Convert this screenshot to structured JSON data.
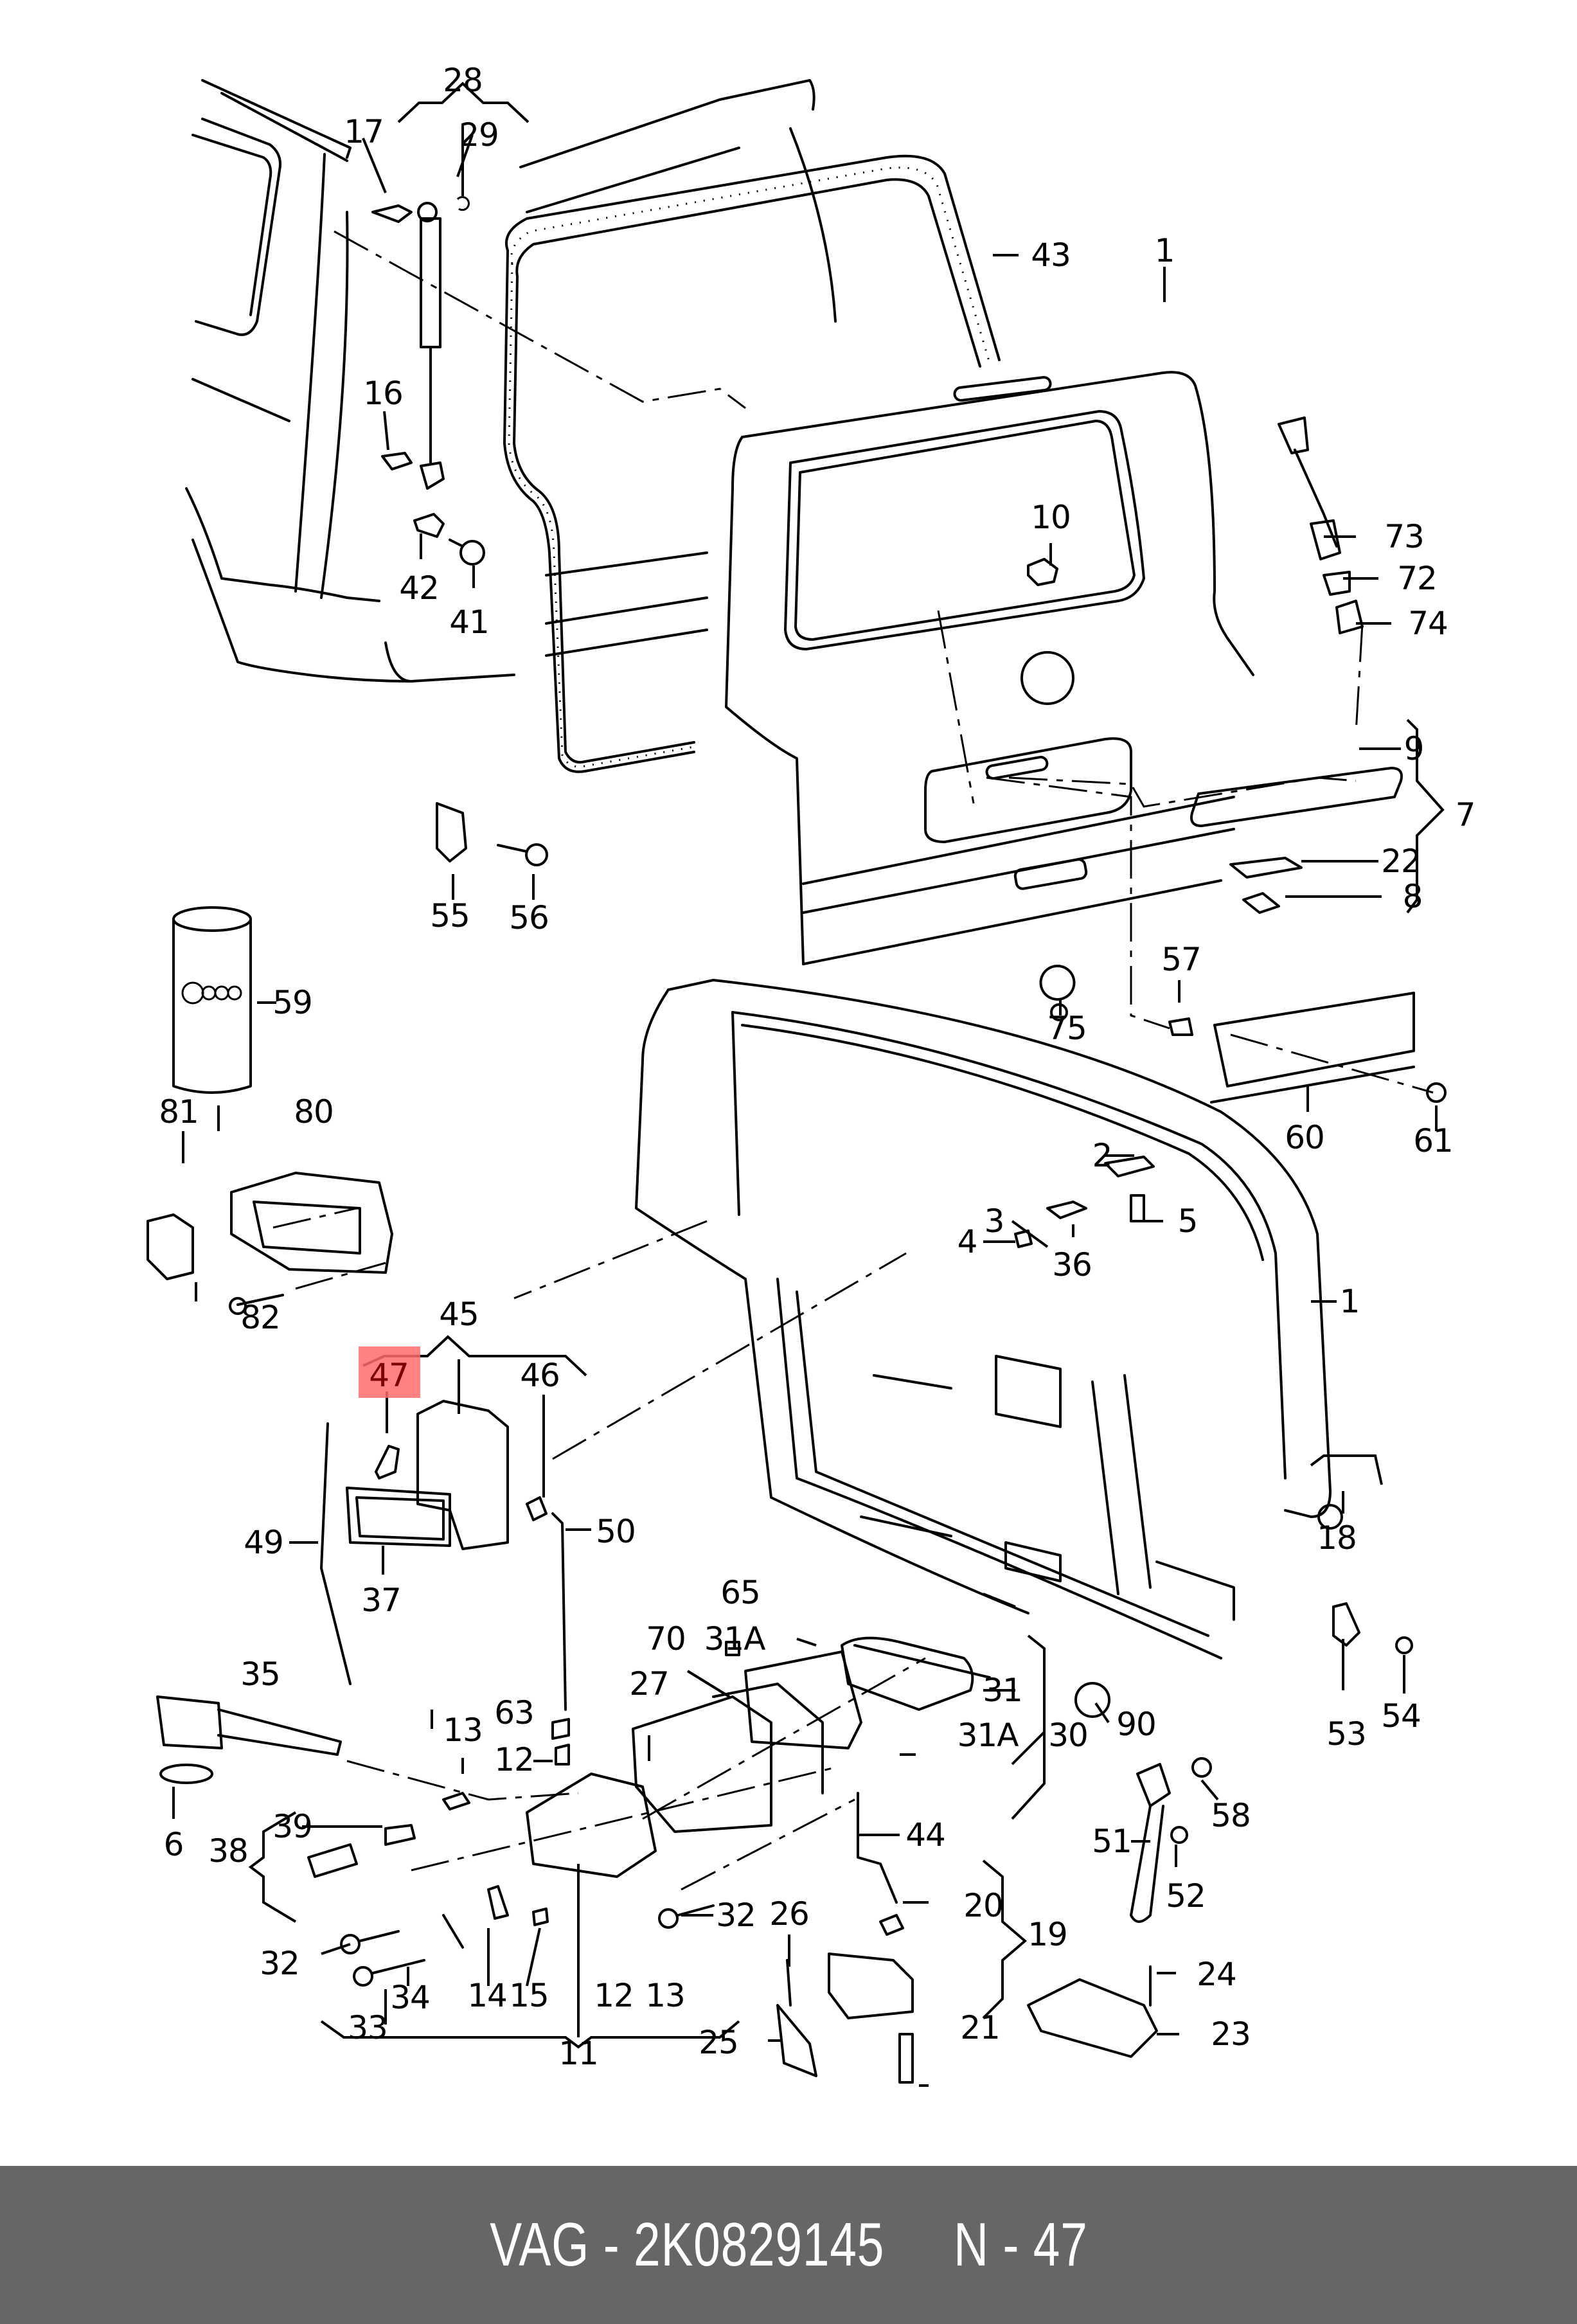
{
  "diagram": {
    "title": "Rear tailgate / lock parts diagram",
    "highlighted_part": "47",
    "highlight_color": "#ff6b6b",
    "callouts": [
      {
        "id": "28",
        "text": "28"
      },
      {
        "id": "17",
        "text": "17"
      },
      {
        "id": "29",
        "text": "29"
      },
      {
        "id": "43",
        "text": "43"
      },
      {
        "id": "1a",
        "text": "1"
      },
      {
        "id": "16",
        "text": "16"
      },
      {
        "id": "42",
        "text": "42"
      },
      {
        "id": "41",
        "text": "41"
      },
      {
        "id": "10",
        "text": "10"
      },
      {
        "id": "73",
        "text": "73"
      },
      {
        "id": "72",
        "text": "72"
      },
      {
        "id": "74",
        "text": "74"
      },
      {
        "id": "9",
        "text": "9"
      },
      {
        "id": "7",
        "text": "7"
      },
      {
        "id": "22",
        "text": "22"
      },
      {
        "id": "8",
        "text": "8"
      },
      {
        "id": "55",
        "text": "55"
      },
      {
        "id": "56",
        "text": "56"
      },
      {
        "id": "59",
        "text": "59"
      },
      {
        "id": "57",
        "text": "57"
      },
      {
        "id": "75",
        "text": "75"
      },
      {
        "id": "60",
        "text": "60"
      },
      {
        "id": "61",
        "text": "61"
      },
      {
        "id": "80",
        "text": "80"
      },
      {
        "id": "81",
        "text": "81"
      },
      {
        "id": "82",
        "text": "82"
      },
      {
        "id": "2",
        "text": "2"
      },
      {
        "id": "3",
        "text": "3"
      },
      {
        "id": "4",
        "text": "4"
      },
      {
        "id": "5",
        "text": "5"
      },
      {
        "id": "36",
        "text": "36"
      },
      {
        "id": "1b",
        "text": "1"
      },
      {
        "id": "45",
        "text": "45"
      },
      {
        "id": "47",
        "text": "47"
      },
      {
        "id": "46",
        "text": "46"
      },
      {
        "id": "49",
        "text": "49"
      },
      {
        "id": "50",
        "text": "50"
      },
      {
        "id": "37",
        "text": "37"
      },
      {
        "id": "18",
        "text": "18"
      },
      {
        "id": "65",
        "text": "65"
      },
      {
        "id": "31Aa",
        "text": "31A"
      },
      {
        "id": "70",
        "text": "70"
      },
      {
        "id": "27",
        "text": "27"
      },
      {
        "id": "35",
        "text": "35"
      },
      {
        "id": "63",
        "text": "63"
      },
      {
        "id": "13a",
        "text": "13"
      },
      {
        "id": "12a",
        "text": "12"
      },
      {
        "id": "31",
        "text": "31"
      },
      {
        "id": "30",
        "text": "30"
      },
      {
        "id": "31Ab",
        "text": "31A"
      },
      {
        "id": "90",
        "text": "90"
      },
      {
        "id": "53",
        "text": "53"
      },
      {
        "id": "54",
        "text": "54"
      },
      {
        "id": "6",
        "text": "6"
      },
      {
        "id": "39",
        "text": "39"
      },
      {
        "id": "38",
        "text": "38"
      },
      {
        "id": "44",
        "text": "44"
      },
      {
        "id": "51",
        "text": "51"
      },
      {
        "id": "58",
        "text": "58"
      },
      {
        "id": "52",
        "text": "52"
      },
      {
        "id": "32a",
        "text": "32"
      },
      {
        "id": "32b",
        "text": "32"
      },
      {
        "id": "20",
        "text": "20"
      },
      {
        "id": "19",
        "text": "19"
      },
      {
        "id": "26",
        "text": "26"
      },
      {
        "id": "24",
        "text": "24"
      },
      {
        "id": "34",
        "text": "34"
      },
      {
        "id": "14",
        "text": "14"
      },
      {
        "id": "15",
        "text": "15"
      },
      {
        "id": "12b",
        "text": "12"
      },
      {
        "id": "13b",
        "text": "13"
      },
      {
        "id": "33",
        "text": "33"
      },
      {
        "id": "21",
        "text": "21"
      },
      {
        "id": "25",
        "text": "25"
      },
      {
        "id": "23",
        "text": "23"
      },
      {
        "id": "11",
        "text": "11"
      }
    ]
  },
  "footer": {
    "brand": "VAG",
    "separator": "-",
    "part_number": "2K0829145",
    "position_prefix": "N",
    "position_number": "47",
    "text": "VAG - 2K0829145     N - 47"
  }
}
